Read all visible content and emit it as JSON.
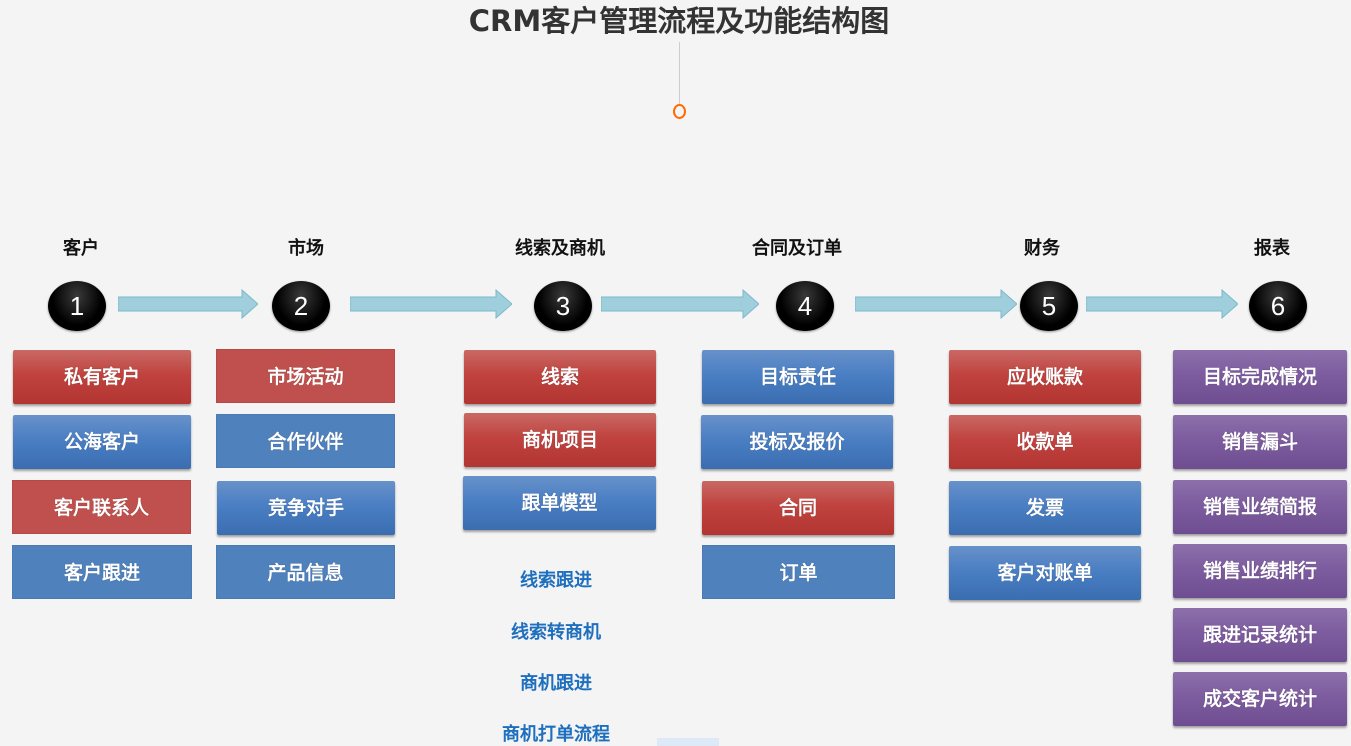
{
  "title": "CRM客户管理流程及功能结构图",
  "colors": {
    "background": "#f4f4f4",
    "red": "#c0504d",
    "blue": "#4f81bd",
    "purple": "#7d5c9f",
    "arrow": "#9fcfdc",
    "link_text": "#1f6fbf",
    "marker": "#ff6a00"
  },
  "stages": [
    {
      "number": "1",
      "label": "客户",
      "items": [
        {
          "label": "私有客户",
          "color": "red"
        },
        {
          "label": "公海客户",
          "color": "blue"
        },
        {
          "label": "客户联系人",
          "color": "red"
        },
        {
          "label": "客户跟进",
          "color": "blue"
        }
      ]
    },
    {
      "number": "2",
      "label": "市场",
      "items": [
        {
          "label": "市场活动",
          "color": "red"
        },
        {
          "label": "合作伙伴",
          "color": "blue"
        },
        {
          "label": "竞争对手",
          "color": "blue"
        },
        {
          "label": "产品信息",
          "color": "blue"
        }
      ]
    },
    {
      "number": "3",
      "label": "线索及商机",
      "items": [
        {
          "label": "线索",
          "color": "red"
        },
        {
          "label": "商机项目",
          "color": "red"
        },
        {
          "label": "跟单模型",
          "color": "blue"
        }
      ],
      "links": [
        "线索跟进",
        "线索转商机",
        "商机跟进",
        "商机打单流程"
      ]
    },
    {
      "number": "4",
      "label": "合同及订单",
      "items": [
        {
          "label": "目标责任",
          "color": "blue"
        },
        {
          "label": "投标及报价",
          "color": "blue"
        },
        {
          "label": "合同",
          "color": "red"
        },
        {
          "label": "订单",
          "color": "blue"
        }
      ]
    },
    {
      "number": "5",
      "label": "财务",
      "items": [
        {
          "label": "应收账款",
          "color": "red"
        },
        {
          "label": "收款单",
          "color": "red"
        },
        {
          "label": "发票",
          "color": "blue"
        },
        {
          "label": "客户对账单",
          "color": "blue"
        }
      ]
    },
    {
      "number": "6",
      "label": "报表",
      "items": [
        {
          "label": "目标完成情况",
          "color": "purple"
        },
        {
          "label": "销售漏斗",
          "color": "purple"
        },
        {
          "label": "销售业绩简报",
          "color": "purple"
        },
        {
          "label": "销售业绩排行",
          "color": "purple"
        },
        {
          "label": "跟进记录统计",
          "color": "purple"
        },
        {
          "label": "成交客户统计",
          "color": "purple"
        }
      ]
    }
  ]
}
